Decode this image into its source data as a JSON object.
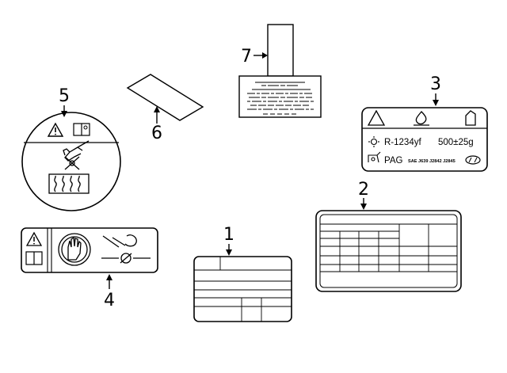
{
  "diagram": {
    "callouts": {
      "c1": "1",
      "c2": "2",
      "c3": "3",
      "c4": "4",
      "c5": "5",
      "c6": "6",
      "c7": "7"
    },
    "refrigerant_label": {
      "refrigerant": "R-1234yf",
      "charge": "500±25g",
      "oil": "PAG",
      "standards": "SAE J639 J2842 J2845"
    },
    "icons": {
      "warning": "warning-triangle-icon",
      "manual": "manual-book-icon",
      "flame": "flame-icon",
      "hand": "hand-icon",
      "fan": "fan-icon",
      "brand": "hyundai-logo"
    }
  }
}
